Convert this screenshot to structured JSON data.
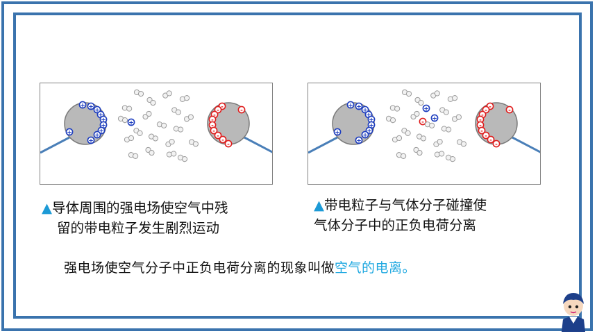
{
  "figures": [
    {
      "left_sphere_charge": "+",
      "right_sphere_charge": "-",
      "caption_marker": "▲",
      "caption_line1": "导体周围的强电场使空气中残",
      "caption_line2": "留的带电粒子发生剧烈运动"
    },
    {
      "left_sphere_charge": "+",
      "right_sphere_charge": "-",
      "caption_marker": "▲",
      "caption_line1": "带电粒子与气体分子碰撞使",
      "caption_line2": "气体分子中的正负电荷分离"
    }
  ],
  "summary": {
    "text": "强电场使空气分子中正负电荷分离的现象叫做",
    "term": "空气的电离",
    "end": "。"
  },
  "colors": {
    "frame": "#3a73ad",
    "positive": "#1f3fbf",
    "negative": "#e01e1e",
    "sphere": "#b9b9b9",
    "accent": "#1fa8e0"
  }
}
